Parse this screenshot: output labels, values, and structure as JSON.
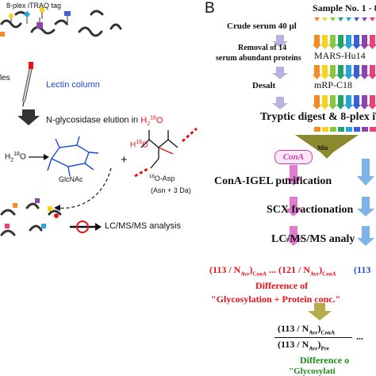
{
  "panel_b_letter": "B",
  "left": {
    "itraq_tag": "8-plex iTRAQ tag",
    "peptides_partial": "les",
    "lectin_column": "Lectin column",
    "elution_prefix": "N-glycosidase elution in ",
    "elution_h": "H",
    "elution_sup": "18",
    "elution_o": "O",
    "h2o_left": "H",
    "h2o_left_sub": "2",
    "h2o_left_sup": "18",
    "h2o_left_o": "O",
    "glcnac": "GlcNAc",
    "h18o": "H",
    "h18o_sup": "18",
    "h18o_o": "O",
    "asp_sup": "18",
    "asp_label": "O-Asp",
    "asp_note": "(Asn + 3 Da)",
    "lcms": "LC/MS/MS analysis"
  },
  "right": {
    "sample_no": "Sample No. 1 - 8",
    "crude_serum": "Crude serum 40 μl",
    "removal_line1": "Removal of  14",
    "removal_line2": "serum abundant proteins",
    "mars": "MARS-Hu14",
    "desalt": "Desalt",
    "mrp": "mRP-C18",
    "tryptic": "Tryptic digest & 8-plex iT",
    "mix": "Mix",
    "cona_badge": "ConA",
    "cona_igel": "ConA-IGEL purification",
    "scx": "SCX fractionation",
    "lcms_b": "LC/MS/MS analy",
    "ratio_red_a": "(113 / N",
    "ratio_red_a_sub": "Avr",
    "ratio_red_a_end": ")",
    "ratio_red_a_sub2": "ConA",
    "ratio_dots": " ... ",
    "ratio_red_b": "(121 / N",
    "ratio_red_b_sub": "Avr",
    "ratio_red_b_end": ")",
    "ratio_red_b_sub2": "ConA",
    "ratio_blue": "(113",
    "difference_red": "Difference of",
    "glyco_protein": "\"Glycosylation + Protein conc.\"",
    "frac_num": "(113 / N",
    "frac_num_sub": "Avr",
    "frac_num_end": ")",
    "frac_num_sub2": "ConA",
    "frac_den": "(113 / N",
    "frac_den_sub": "Avr",
    "frac_den_end": ")",
    "frac_den_sub2": "Pre",
    "frac_dots": "...",
    "difference_green": "Difference o",
    "glyco_green": "\"Glycosylati"
  },
  "colors": {
    "red": "#e8101a",
    "blue": "#1d4bd8",
    "green": "#1a8a1a",
    "magenta": "#d03ea8",
    "arrow_gray": "#333333",
    "step_arrow": "#b9b2e0",
    "pink_arrow": "#e27bd0",
    "lightblue_arrow": "#7fb3e8",
    "olive_arrow": "#8c8a2e",
    "tube_colors": [
      "#f28c28",
      "#f7d21c",
      "#8cc63f",
      "#22a36b",
      "#29a3d8",
      "#3b5fd6",
      "#8e44ad",
      "#e8417f"
    ],
    "tag_colors": [
      "#f7d21c",
      "#f28c28",
      "#8e44ad",
      "#29a3d8",
      "#3b5fd6",
      "#22a36b",
      "#e8417f"
    ]
  }
}
